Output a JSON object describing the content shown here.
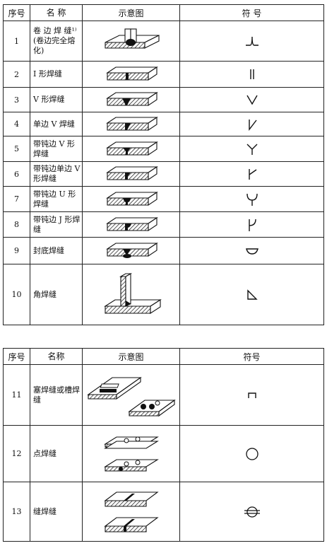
{
  "table1": {
    "headers": {
      "num": "序号",
      "name": "名  称",
      "image": "示意图",
      "symbol": "符  号"
    },
    "rows": [
      {
        "num": "1",
        "name": "卷 边 焊 缝¹⁾(卷边完全熔化)",
        "symbol_icon": "flanged-weld-symbol"
      },
      {
        "num": "2",
        "name": "I 形焊缝",
        "symbol_icon": "square-groove-symbol"
      },
      {
        "num": "3",
        "name": "V 形焊缝",
        "symbol_icon": "v-groove-symbol"
      },
      {
        "num": "4",
        "name": "单边 V 焊缝",
        "symbol_icon": "bevel-groove-symbol"
      },
      {
        "num": "5",
        "name": "带钝边 V 形焊缝",
        "symbol_icon": "y-groove-symbol"
      },
      {
        "num": "6",
        "name": "带钝边单边 V 形焊缝",
        "symbol_icon": "half-y-groove-symbol"
      },
      {
        "num": "7",
        "name": "带钝边 U 形焊缝",
        "symbol_icon": "u-groove-symbol"
      },
      {
        "num": "8",
        "name": "带钝边 J 形焊缝",
        "symbol_icon": "j-groove-symbol"
      },
      {
        "num": "9",
        "name": "封底焊缝",
        "symbol_icon": "backing-weld-symbol"
      },
      {
        "num": "10",
        "name": "角焊缝",
        "symbol_icon": "fillet-weld-symbol"
      }
    ]
  },
  "table2": {
    "headers": {
      "num": "序号",
      "name": "名称",
      "image": "示意图",
      "symbol": "符号"
    },
    "rows": [
      {
        "num": "11",
        "name": "塞焊缝或槽焊缝",
        "symbol_icon": "plug-weld-symbol"
      },
      {
        "num": "12",
        "name": "点焊缝",
        "symbol_icon": "spot-weld-symbol"
      },
      {
        "num": "13",
        "name": "缝焊缝",
        "symbol_icon": "seam-weld-symbol"
      }
    ]
  }
}
